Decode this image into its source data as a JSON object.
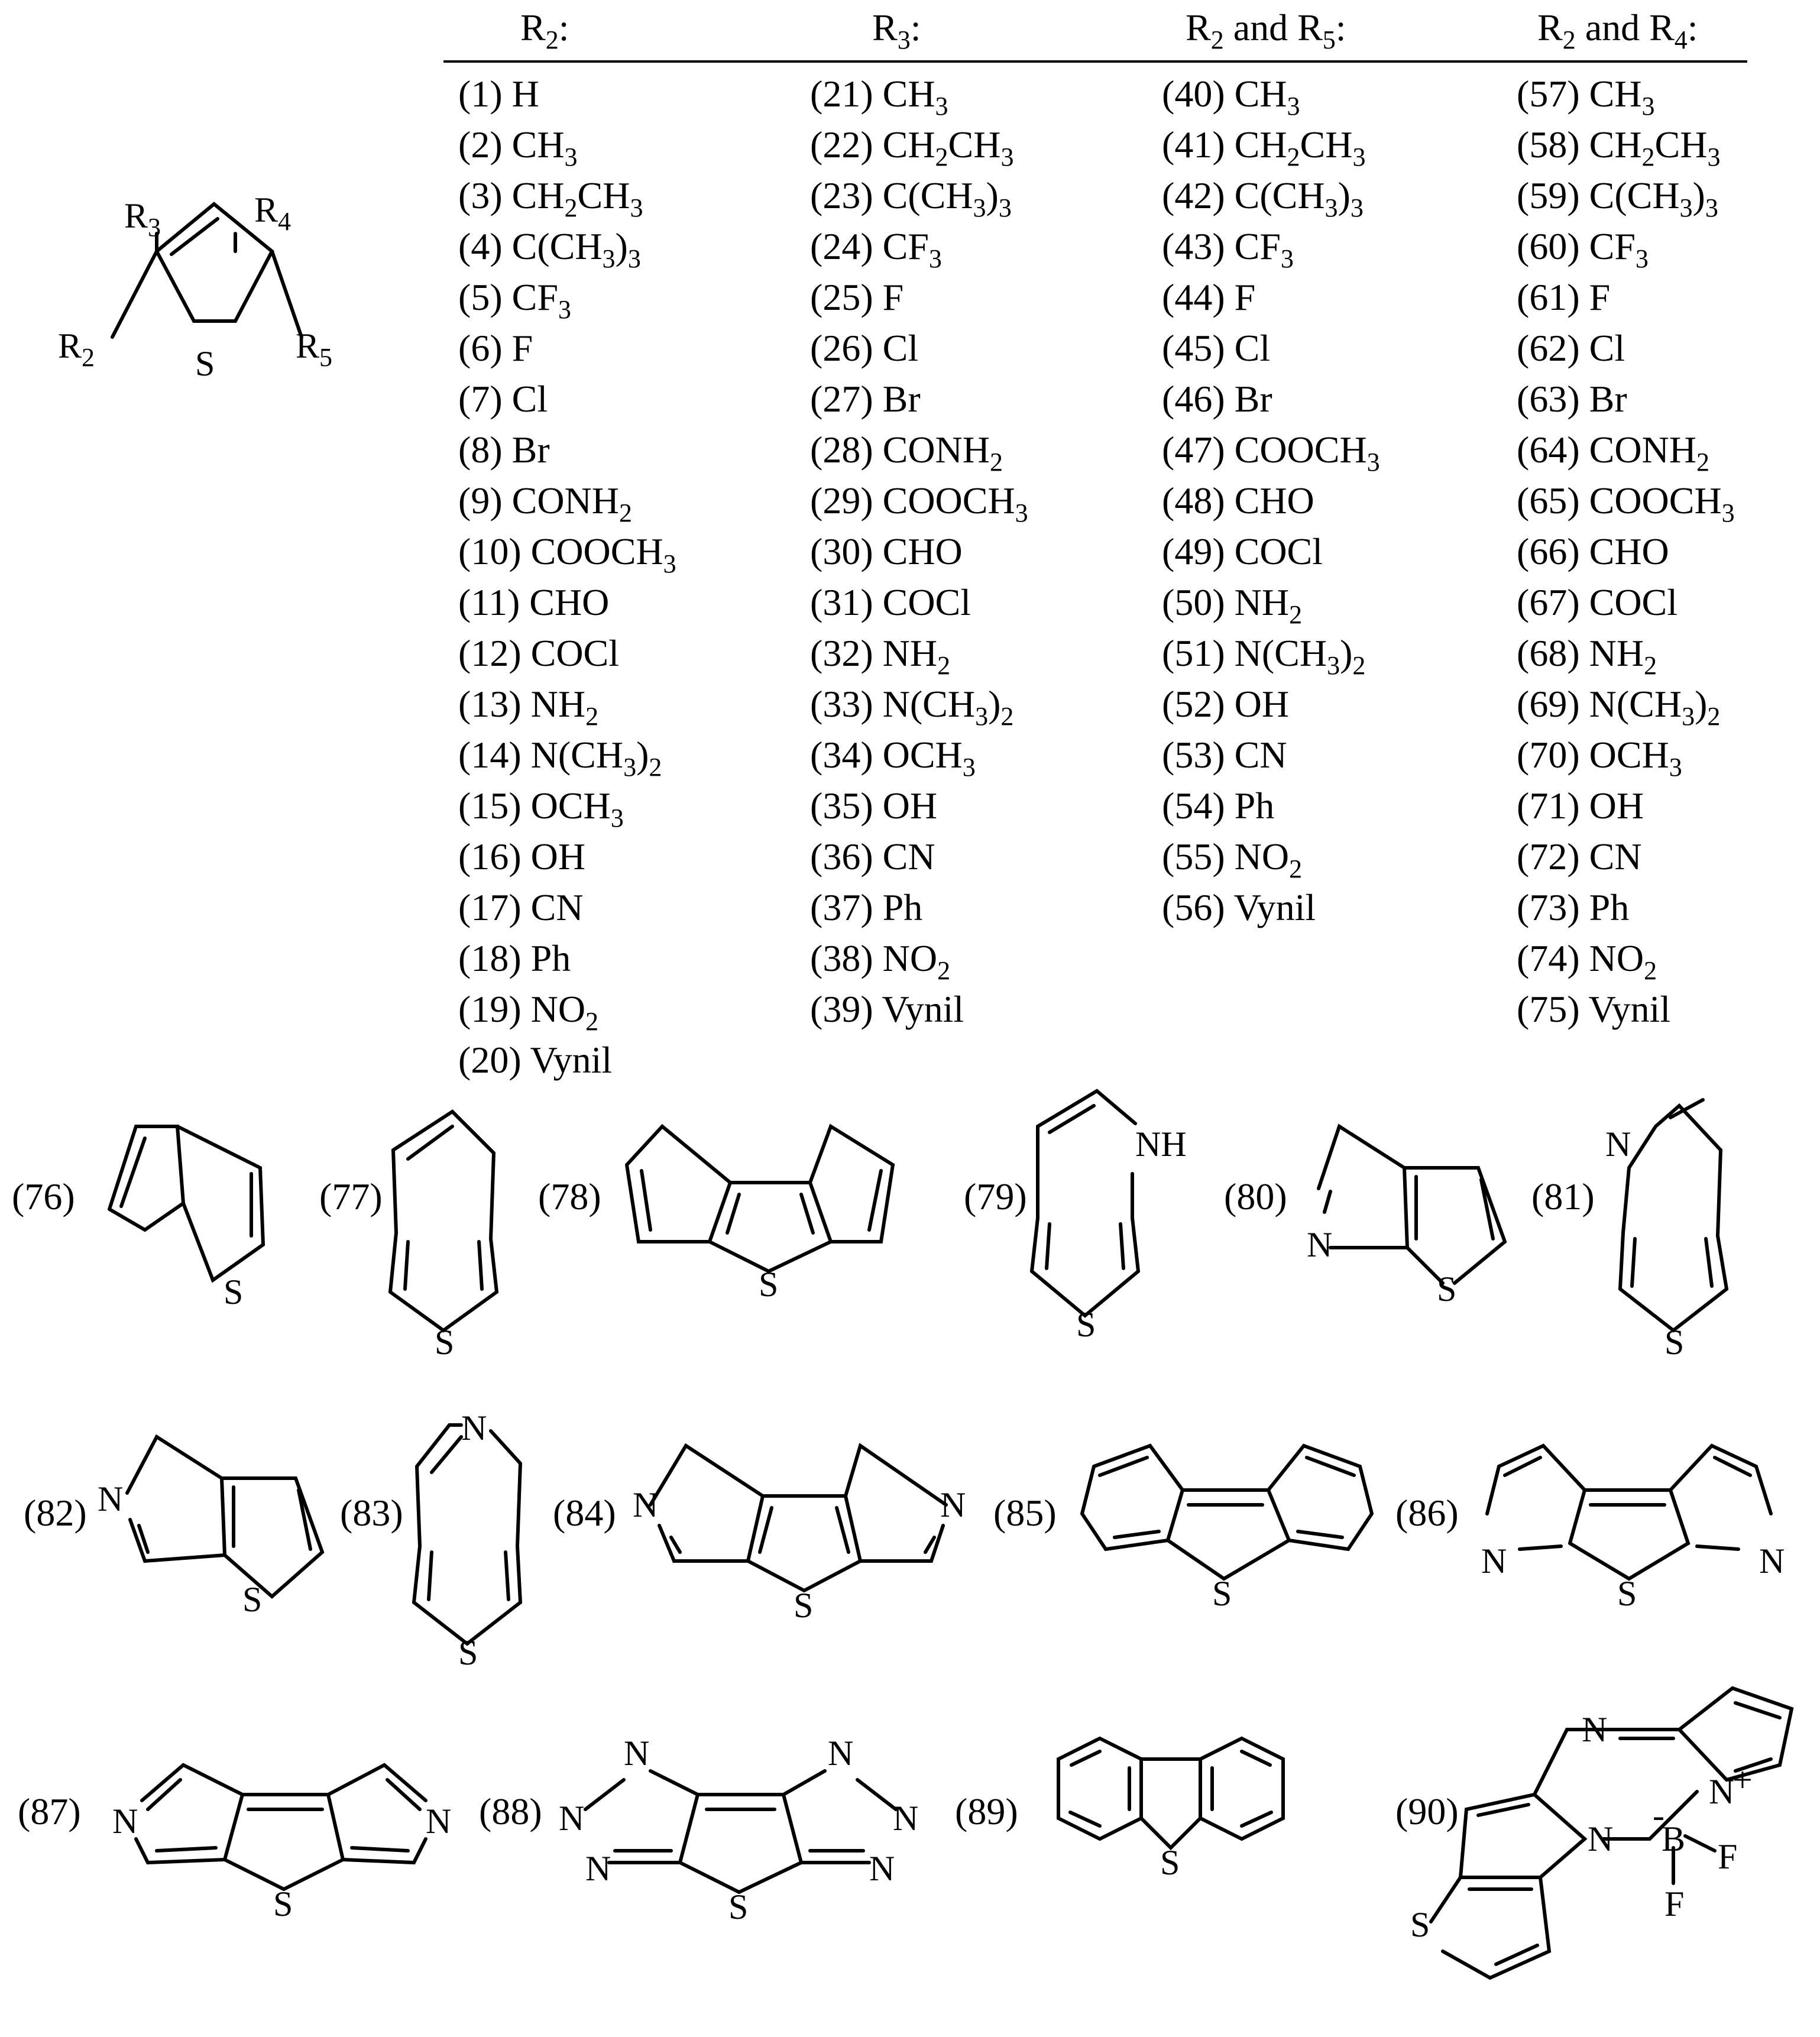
{
  "table": {
    "headers": [
      {
        "main": "R",
        "sub": "2",
        "tail": ":"
      },
      {
        "main": "R",
        "sub": "3",
        "tail": ":"
      },
      {
        "main": "R",
        "sub": "2",
        "mid": " and R",
        "sub2": "5",
        "tail": ":"
      },
      {
        "main": "R",
        "sub": "2",
        "mid": " and R",
        "sub2": "4",
        "tail": ":"
      }
    ],
    "columns": [
      [
        {
          "n": "(1)",
          "sub": "H"
        },
        {
          "n": "(2)",
          "sub": "CH3"
        },
        {
          "n": "(3)",
          "sub": "CH2CH3"
        },
        {
          "n": "(4)",
          "sub": "C(CH3)3"
        },
        {
          "n": "(5)",
          "sub": "CF3"
        },
        {
          "n": "(6)",
          "sub": "F"
        },
        {
          "n": "(7)",
          "sub": "Cl"
        },
        {
          "n": "(8)",
          "sub": "Br"
        },
        {
          "n": "(9)",
          "sub": "CONH2"
        },
        {
          "n": "(10)",
          "sub": "COOCH3"
        },
        {
          "n": "(11)",
          "sub": "CHO"
        },
        {
          "n": "(12)",
          "sub": "COCl"
        },
        {
          "n": "(13)",
          "sub": "NH2"
        },
        {
          "n": "(14)",
          "sub": "N(CH3)2"
        },
        {
          "n": "(15)",
          "sub": "OCH3"
        },
        {
          "n": "(16)",
          "sub": "OH"
        },
        {
          "n": "(17)",
          "sub": "CN"
        },
        {
          "n": "(18)",
          "sub": "Ph"
        },
        {
          "n": "(19)",
          "sub": "NO2"
        },
        {
          "n": "(20)",
          "sub": "Vynil"
        }
      ],
      [
        {
          "n": "(21)",
          "sub": "CH3"
        },
        {
          "n": "(22)",
          "sub": "CH2CH3"
        },
        {
          "n": "(23)",
          "sub": "C(CH3)3"
        },
        {
          "n": "(24)",
          "sub": "CF3"
        },
        {
          "n": "(25)",
          "sub": "F"
        },
        {
          "n": "(26)",
          "sub": "Cl"
        },
        {
          "n": "(27)",
          "sub": "Br"
        },
        {
          "n": "(28)",
          "sub": "CONH2"
        },
        {
          "n": "(29)",
          "sub": "COOCH3"
        },
        {
          "n": "(30)",
          "sub": "CHO"
        },
        {
          "n": "(31)",
          "sub": "COCl"
        },
        {
          "n": "(32)",
          "sub": "NH2"
        },
        {
          "n": "(33)",
          "sub": "N(CH3)2"
        },
        {
          "n": "(34)",
          "sub": "OCH3"
        },
        {
          "n": "(35)",
          "sub": "OH"
        },
        {
          "n": "(36)",
          "sub": "CN"
        },
        {
          "n": "(37)",
          "sub": "Ph"
        },
        {
          "n": "(38)",
          "sub": "NO2"
        },
        {
          "n": "(39)",
          "sub": "Vynil"
        }
      ],
      [
        {
          "n": "(40)",
          "sub": "CH3"
        },
        {
          "n": "(41)",
          "sub": "CH2CH3"
        },
        {
          "n": "(42)",
          "sub": "C(CH3)3"
        },
        {
          "n": "(43)",
          "sub": "CF3"
        },
        {
          "n": "(44)",
          "sub": "F"
        },
        {
          "n": "(45)",
          "sub": "Cl"
        },
        {
          "n": "(46)",
          "sub": "Br"
        },
        {
          "n": "(47)",
          "sub": "COOCH3"
        },
        {
          "n": "(48)",
          "sub": "CHO"
        },
        {
          "n": "(49)",
          "sub": "COCl"
        },
        {
          "n": "(50)",
          "sub": "NH2"
        },
        {
          "n": "(51)",
          "sub": "N(CH3)2"
        },
        {
          "n": "(52)",
          "sub": "OH"
        },
        {
          "n": "(53)",
          "sub": "CN"
        },
        {
          "n": "(54)",
          "sub": "Ph"
        },
        {
          "n": "(55)",
          "sub": "NO2"
        },
        {
          "n": "(56)",
          "sub": "Vynil"
        }
      ],
      [
        {
          "n": "(57)",
          "sub": "CH3"
        },
        {
          "n": "(58)",
          "sub": "CH2CH3"
        },
        {
          "n": "(59)",
          "sub": "C(CH3)3"
        },
        {
          "n": "(60)",
          "sub": "CF3"
        },
        {
          "n": "(61)",
          "sub": "F"
        },
        {
          "n": "(62)",
          "sub": "Cl"
        },
        {
          "n": "(63)",
          "sub": "Br"
        },
        {
          "n": "(64)",
          "sub": "CONH2"
        },
        {
          "n": "(65)",
          "sub": "COOCH3"
        },
        {
          "n": "(66)",
          "sub": "CHO"
        },
        {
          "n": "(67)",
          "sub": "COCl"
        },
        {
          "n": "(68)",
          "sub": "NH2"
        },
        {
          "n": "(69)",
          "sub": "N(CH3)2"
        },
        {
          "n": "(70)",
          "sub": "OCH3"
        },
        {
          "n": "(71)",
          "sub": "OH"
        },
        {
          "n": "(72)",
          "sub": "CN"
        },
        {
          "n": "(73)",
          "sub": "Ph"
        },
        {
          "n": "(74)",
          "sub": "NO2"
        },
        {
          "n": "(75)",
          "sub": "Vynil"
        }
      ]
    ]
  },
  "scaffold": {
    "r2": {
      "main": "R",
      "sub": "2"
    },
    "r3": {
      "main": "R",
      "sub": "3"
    },
    "r4": {
      "main": "R",
      "sub": "4"
    },
    "r5": {
      "main": "R",
      "sub": "5"
    },
    "s": "S"
  },
  "structures": {
    "c76": {
      "label": "(76)",
      "S": "S"
    },
    "c77": {
      "label": "(77)",
      "S": "S"
    },
    "c78": {
      "label": "(78)",
      "S": "S"
    },
    "c79": {
      "label": "(79)",
      "S": "S",
      "NH": "NH"
    },
    "c80": {
      "label": "(80)",
      "S": "S",
      "N": "N"
    },
    "c81": {
      "label": "(81)",
      "S": "S",
      "N": "N"
    },
    "c82": {
      "label": "(82)",
      "S": "S",
      "N": "N"
    },
    "c83": {
      "label": "(83)",
      "S": "S",
      "N": "N"
    },
    "c84": {
      "label": "(84)",
      "S": "S",
      "N1": "N",
      "N2": "N"
    },
    "c85": {
      "label": "(85)",
      "S": "S"
    },
    "c86": {
      "label": "(86)",
      "S": "S",
      "N1": "N",
      "N2": "N"
    },
    "c87": {
      "label": "(87)",
      "S": "S",
      "N1": "N",
      "N2": "N"
    },
    "c88": {
      "label": "(88)",
      "S": "S",
      "N1": "N",
      "N2": "N",
      "N3": "N",
      "N4": "N",
      "N5": "N",
      "N6": "N"
    },
    "c89": {
      "label": "(89)",
      "S": "S"
    },
    "c90": {
      "label": "(90)",
      "S": "S",
      "Na": "N",
      "Nb": "N",
      "Nc": "N",
      "B": "B",
      "F1": "F",
      "F2": "F",
      "plus": "+",
      "minus": "-"
    }
  }
}
